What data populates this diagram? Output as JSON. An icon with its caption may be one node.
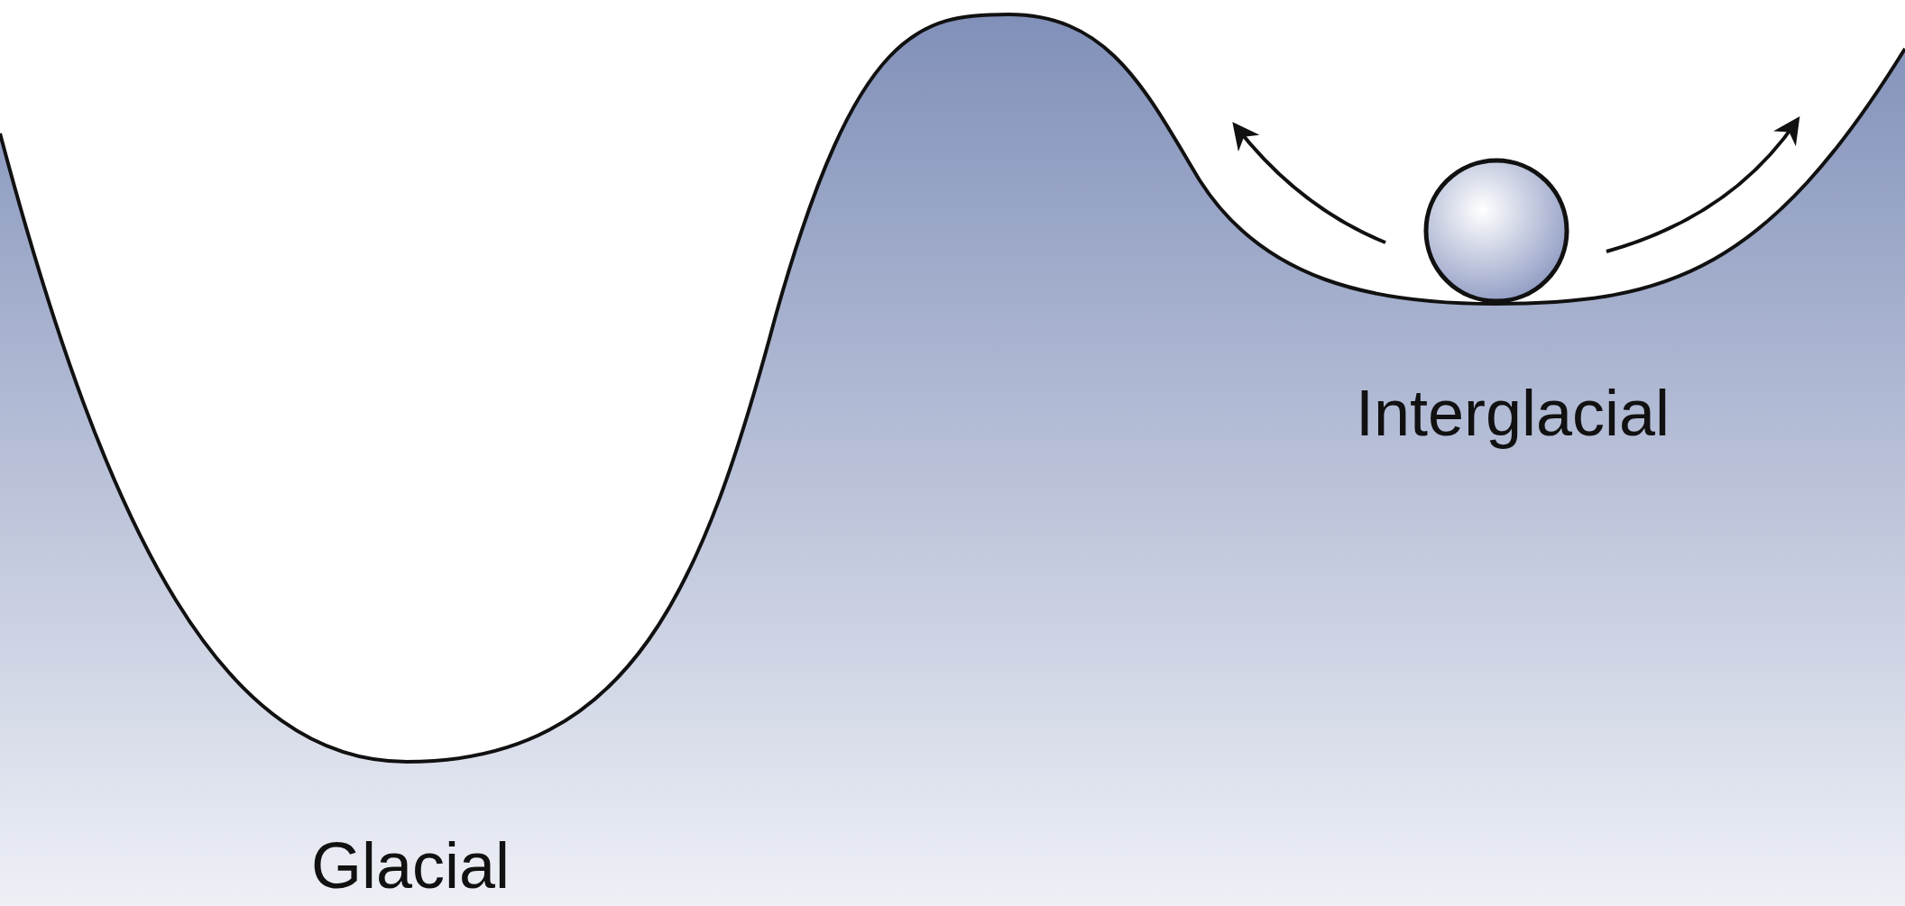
{
  "diagram": {
    "nodes": [
      {
        "text": [],
        "shape": "circle"
      }
    ],
    "labels": [
      "Interglacial",
      "Glacial"
    ]
  }
}
